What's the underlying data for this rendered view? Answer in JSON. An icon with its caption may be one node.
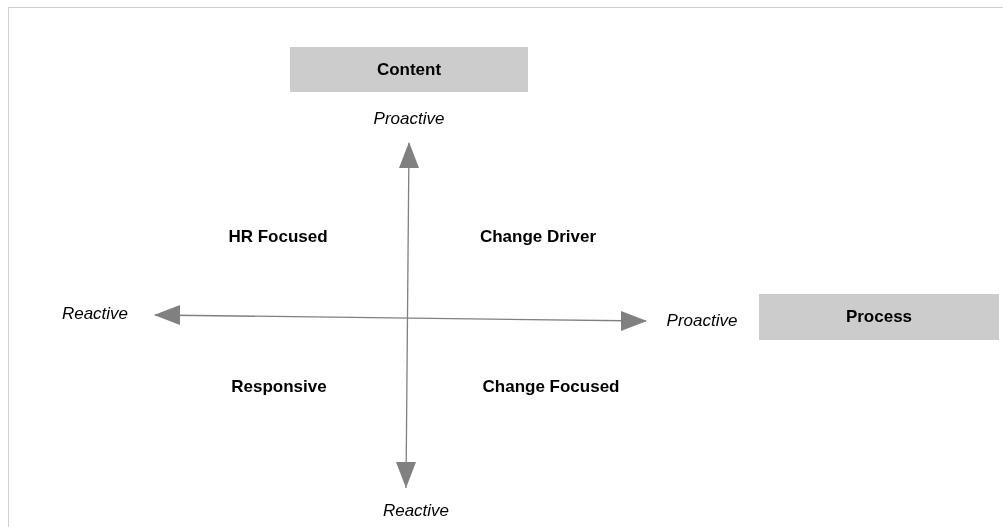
{
  "diagram": {
    "nodes": [
      {
        "text": [
          "Content"
        ]
      },
      {
        "text": [
          "Process"
        ]
      }
    ],
    "labels": [
      "Proactive",
      "HR Focused",
      "Change Driver",
      "Reactive",
      "Proactive",
      "Responsive",
      "Change Focused",
      "Reactive"
    ]
  }
}
